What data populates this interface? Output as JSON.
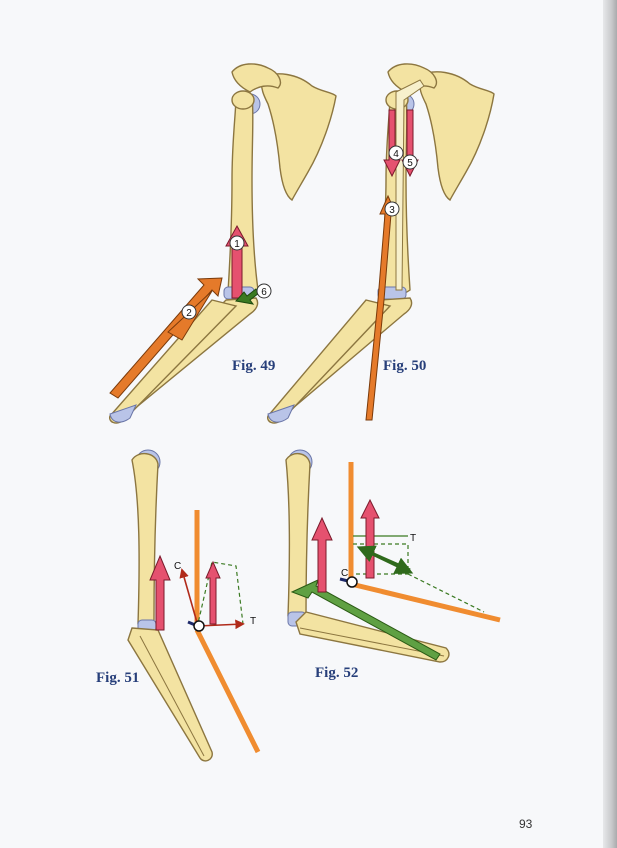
{
  "figures": [
    {
      "id": "49",
      "caption": "Fig. 49",
      "markers": [
        "1",
        "2",
        "6"
      ]
    },
    {
      "id": "50",
      "caption": "Fig. 50",
      "markers": [
        "3",
        "4",
        "5"
      ]
    },
    {
      "id": "51",
      "caption": "Fig. 51",
      "labels": {
        "c": "C",
        "t": "T"
      }
    },
    {
      "id": "52",
      "caption": "Fig. 52",
      "labels": {
        "c": "C",
        "t": "T"
      }
    }
  ],
  "page_number": "93",
  "colors": {
    "bone": "#f3e3a2",
    "cartilage": "#b9c4e8",
    "pink_arrow": "#e5516f",
    "orange_arrow": "#e57a2a",
    "green_arrow": "#3b7a22",
    "dark_red_vector": "#b02a1a",
    "orange_line": "#f08c30",
    "caption": "#273f7a"
  }
}
